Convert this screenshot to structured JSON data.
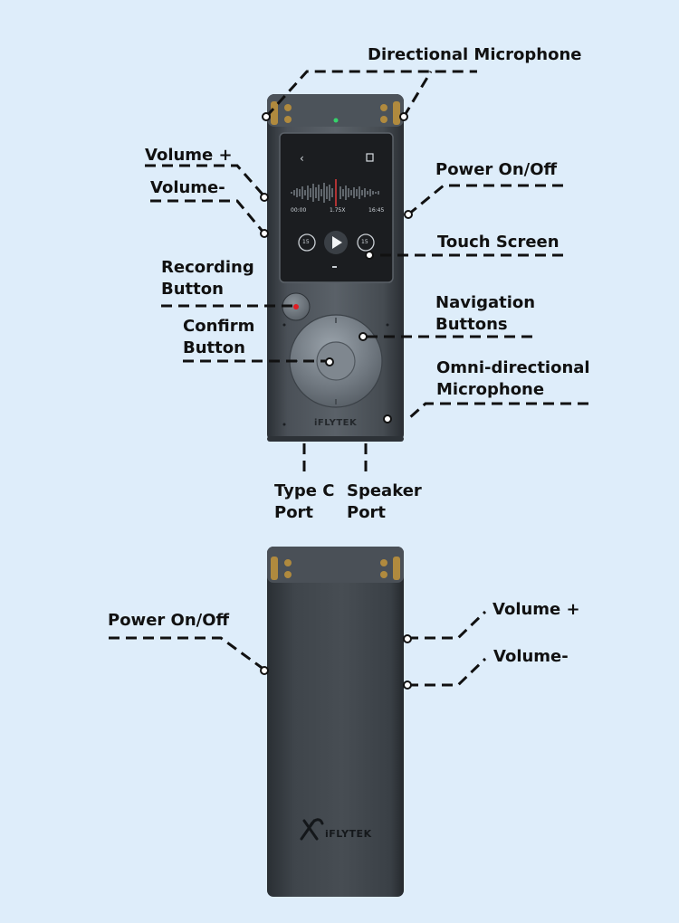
{
  "colors": {
    "background": "#deedfa",
    "device_body": "#3a3f45",
    "screen": "#1b1d20",
    "record_dot": "#e11d24",
    "led": "#35d36a",
    "line": "#111111"
  },
  "front_view": {
    "brand": "iFLYTEK",
    "screen": {
      "time_start": "00:00",
      "speed": "1.75X",
      "time_end": "16:45",
      "rewind": "15",
      "forward": "15"
    },
    "labels": {
      "directional_mic": "Directional Microphone",
      "volume_plus": "Volume +",
      "volume_minus": "Volume-",
      "power": "Power On/Off",
      "touch_screen": "Touch Screen",
      "recording_button": "Recording\nButton",
      "navigation_buttons": "Navigation\nButtons",
      "confirm_button": "Confirm\nButton",
      "omni_mic": "Omni-directional\nMicrophone",
      "type_c": "Type C\nPort",
      "speaker": "Speaker\nPort"
    }
  },
  "back_view": {
    "brand": "iFLYTEK",
    "labels": {
      "power": "Power On/Off",
      "volume_plus": "Volume +",
      "volume_minus": "Volume-"
    }
  }
}
